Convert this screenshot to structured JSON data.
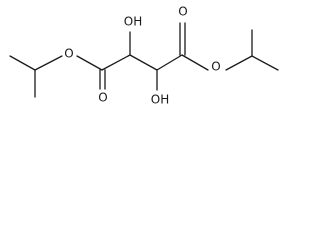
{
  "atoms": {
    "o_ester_left": "O",
    "o_carbonyl_left": "O",
    "oh_top": "OH",
    "oh_bottom": "OH",
    "o_carbonyl_right": "O",
    "o_ester_right": "O"
  },
  "colors": {
    "bond": "#1a1a1a",
    "background": "#ffffff"
  }
}
